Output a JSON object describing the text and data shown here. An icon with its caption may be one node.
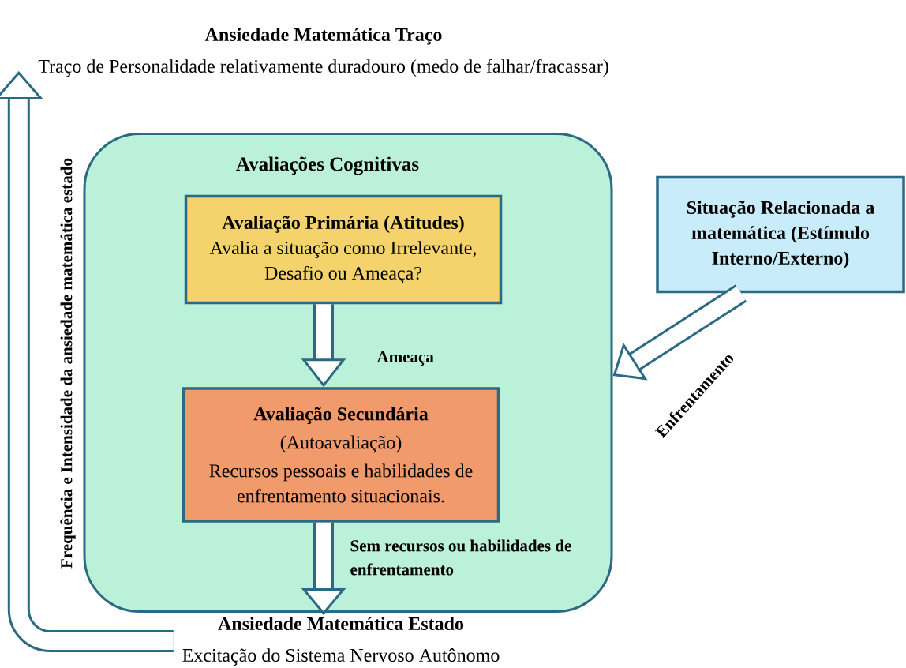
{
  "diagram": {
    "nodes": [
      {
        "text": [
          "Ansiedade Matemática Traço",
          "Traço de Personalidade relativamente duradouro (medo de falhar/fracassar)"
        ]
      },
      {
        "text": [
          "Avaliações Cognitivas"
        ]
      },
      {
        "text": [
          "Avaliação Primária (Atitudes)",
          "Avalia a situação como Irrelevante, Desafio ou Ameaça?"
        ],
        "in": 1
      },
      {
        "text": [
          "Avaliação Secundária",
          "(Autoavaliação)",
          "Recursos pessoais e habilidades de enfrentamento situacionais."
        ],
        "in": 1
      },
      {
        "text": [
          "Ansiedade Matemática Estado",
          "Excitação do Sistema Nervoso Autônomo"
        ]
      },
      {
        "text": [
          "Situação Relacionada a matemática (Estímulo Interno/Externo)"
        ]
      }
    ],
    "edges": [
      {
        "from": 2,
        "to": 3,
        "arrow": "to",
        "label": "Ameaça"
      },
      {
        "from": 3,
        "to": 4,
        "arrow": "to",
        "label": "Sem recursos ou habilidades de enfrentamento"
      },
      {
        "from": 5,
        "to": 1,
        "arrow": "to",
        "label": "Enfrentamento"
      },
      {
        "from": 4,
        "to": 0,
        "arrow": "to",
        "label": "Frequência e Intensidade da ansiedade matemática estado"
      }
    ]
  }
}
